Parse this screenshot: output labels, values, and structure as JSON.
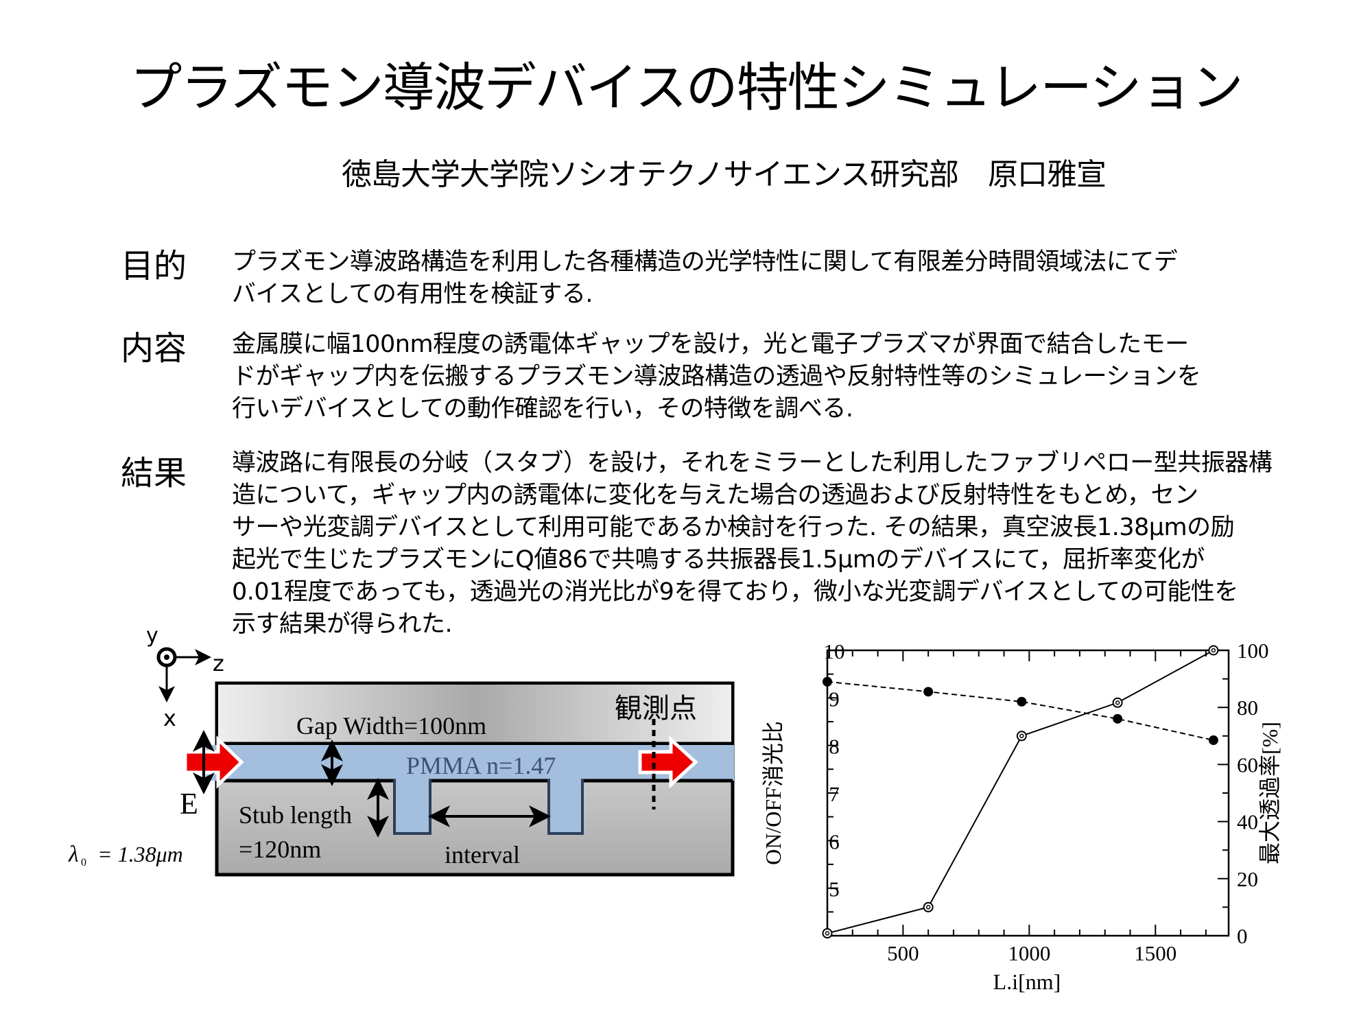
{
  "title": "プラズモン導波デバイスの特性シミュレーション",
  "author": "徳島大学大学院ソシオテクノサイエンス研究部　原口雅宣",
  "sections": [
    {
      "label": "目的",
      "lines": [
        "プラズモン導波路構造を利用した各種構造の光学特性に関して有限差分時間領域法にてデ",
        "バイスとしての有用性を検証する."
      ]
    },
    {
      "label": "内容",
      "lines": [
        "金属膜に幅100nm程度の誘電体ギャップを設け，光と電子プラズマが界面で結合したモー",
        "ドがギャップ内を伝搬するプラズモン導波路構造の透過や反射特性等のシミュレーションを",
        "行いデバイスとしての動作確認を行い，その特徴を調べる."
      ]
    },
    {
      "label": "結果",
      "lines": [
        "導波路に有限長の分岐（スタブ）を設け，それをミラーとした利用したファブリペロー型共振器構",
        "造について，ギャップ内の誘電体に変化を与えた場合の透過および反射特性をもとめ，セン",
        "サーや光変調デバイスとして利用可能であるか検討を行った. その結果，真空波長1.38μmの励",
        "起光で生じたプラズモンにQ値86で共鳴する共振器長1.5μmのデバイスにて，屈折率変化が",
        "0.01程度であっても，透過光の消光比が9を得ており，微小な光変調デバイスとしての可能性を",
        "示す結果が得られた."
      ]
    }
  ],
  "diagram": {
    "axis_y": "y",
    "axis_z": "z",
    "axis_x": "x",
    "gap_width": "Gap Width=100nm",
    "pmma": "PMMA n=1.47",
    "observation_point": "観測点",
    "field": "E",
    "stub_length_1": "Stub length",
    "stub_length_2": "=120nm",
    "interval": "interval",
    "wavelength_symbol": "λ",
    "wavelength_sub": "0",
    "wavelength_value": "= 1.38μm",
    "colors": {
      "gap": "#a4bedd",
      "arrow": "#ee0000"
    }
  },
  "chart_data": {
    "type": "line",
    "xlabel": "L.i[nm]",
    "ylabel_left": "ON/OFF消光比",
    "ylabel_right": "最大透過率[%]",
    "xlim": [
      200,
      1790
    ],
    "ylim_left": [
      4,
      10
    ],
    "ylim_right": [
      0,
      100
    ],
    "x_ticks": [
      "500",
      "1000",
      "1500"
    ],
    "y_left_ticks": [
      "5",
      "6",
      "7",
      "8",
      "9",
      "10"
    ],
    "y_right_ticks": [
      "0",
      "20",
      "40",
      "60",
      "80",
      "100"
    ],
    "grid": false,
    "x": [
      200,
      600,
      970,
      1350,
      1730
    ],
    "series": [
      {
        "name": "ON/OFF消光比",
        "axis": "left",
        "style": "solid",
        "marker": "open-circle",
        "values": [
          4.05,
          4.6,
          8.2,
          8.9,
          10.0
        ]
      },
      {
        "name": "最大透過率",
        "axis": "right",
        "style": "dashed",
        "marker": "filled-circle",
        "values": [
          89,
          85.5,
          82,
          76,
          68.5
        ]
      }
    ]
  }
}
